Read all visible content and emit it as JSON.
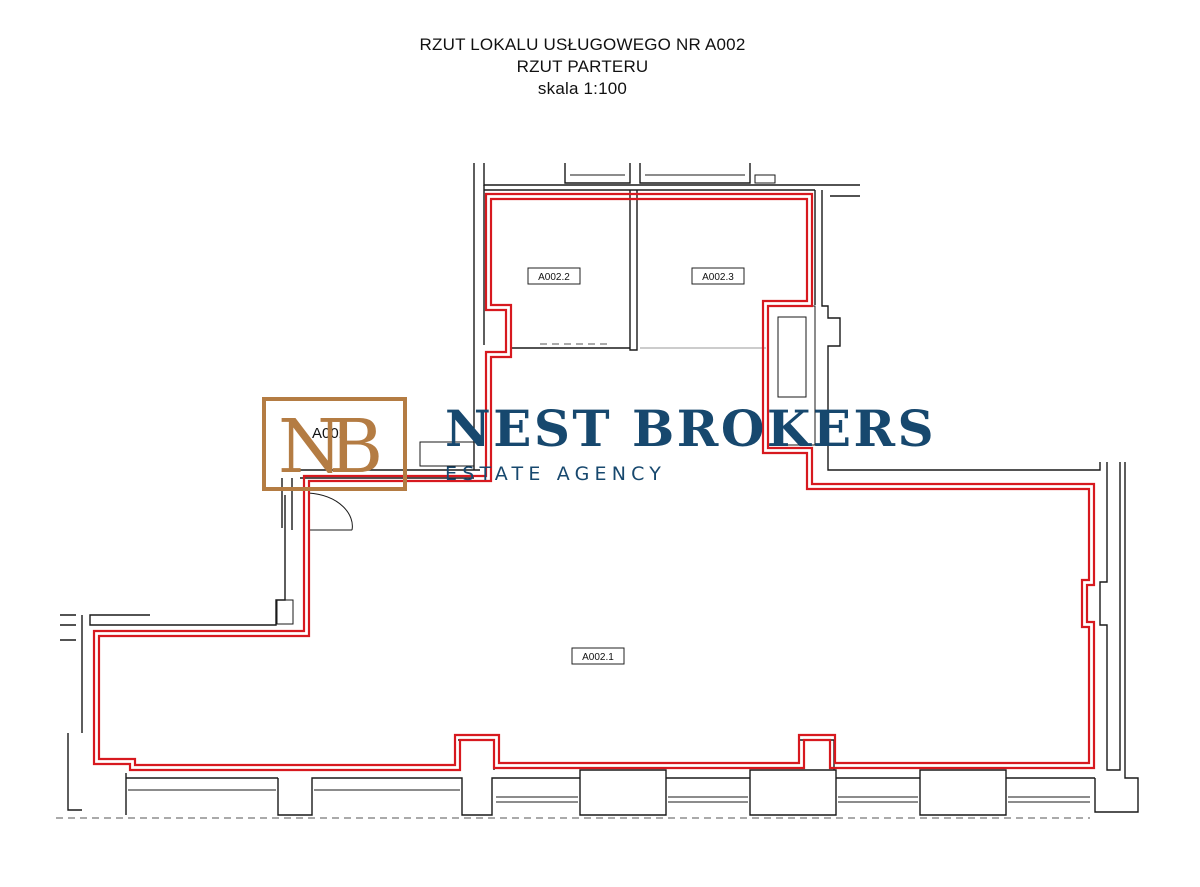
{
  "header": {
    "line1": "RZUT LOKALU USŁUGOWEGO NR A002",
    "line2": "RZUT PARTERU",
    "line3": "skala 1:100"
  },
  "rooms": [
    {
      "id": "A002.2"
    },
    {
      "id": "A002.3"
    },
    {
      "id": "A002.1"
    }
  ],
  "entrance_label": "A002",
  "logo": {
    "monogram": "NB",
    "brand": "NEST BROKERS",
    "tagline": "ESTATE AGENCY",
    "colors": {
      "monogram": "#b47c43",
      "brand": "#17486e"
    }
  },
  "colors": {
    "outline": "#d7191f",
    "walls": "#1a1a1a"
  }
}
